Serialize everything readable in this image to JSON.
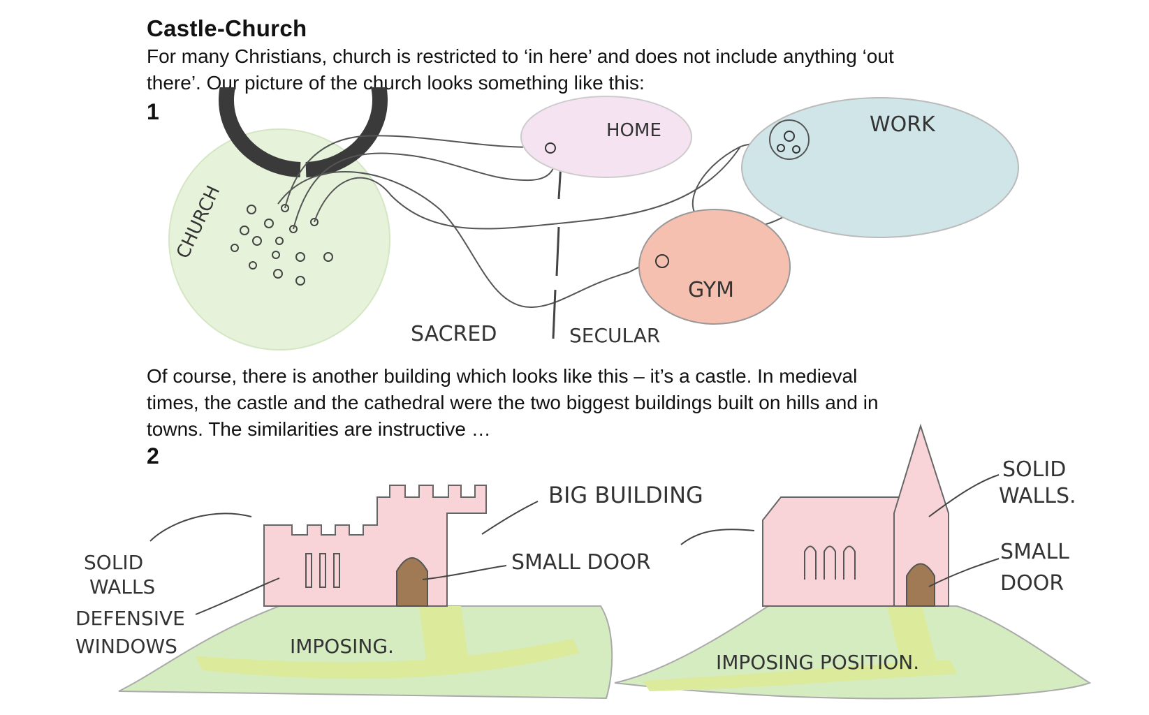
{
  "heading": "Castle-Church",
  "intro": [
    "For many Christians, church is restricted to ‘in here’ and does not include anything ‘out",
    "there’. Our picture of the church looks something like this:"
  ],
  "figure1": {
    "number": "1",
    "labels": {
      "church": "CHURCH",
      "home": "HOME",
      "work": "WORK",
      "gym": "GYM",
      "sacred": "SACRED",
      "secular": "SECULAR"
    },
    "colors": {
      "church": "#e6f2d9",
      "home": "#f6e3f2",
      "work": "#cfe5e8",
      "gym": "#f6c0b0"
    }
  },
  "middle": [
    "Of course, there is another building which looks like this – it’s a castle.  In medieval",
    "times, the castle and the cathedral were the two biggest buildings built on hills and in",
    "towns. The similarities are instructive …"
  ],
  "figure2": {
    "number": "2",
    "labels": {
      "solid_walls_left": [
        "SOLID",
        "WALLS"
      ],
      "defensive_windows": [
        "DEFENSIVE",
        "WINDOWS"
      ],
      "imposing": "IMPOSING.",
      "big_building": "BIG BUILDING",
      "small_door_mid": "SMALL DOOR",
      "imposing_position": "IMPOSING POSITION.",
      "solid_walls_right": [
        "SOLID",
        "WALLS."
      ],
      "small_door_right": [
        "SMALL",
        "DOOR"
      ]
    },
    "colors": {
      "building": "#f8d4d8",
      "door": "#a07a55",
      "hill": "#d4ecc0",
      "path": "#dcea9c"
    }
  }
}
